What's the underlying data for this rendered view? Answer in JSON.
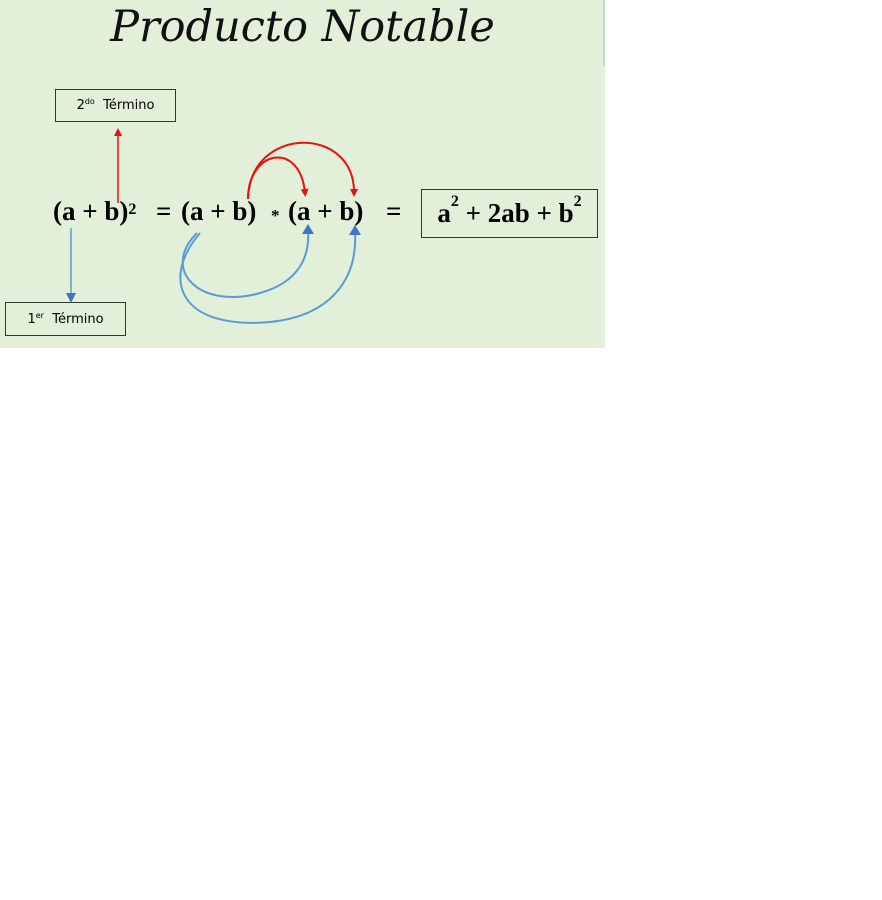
{
  "title": "Producto Notable",
  "labels": {
    "second_term": {
      "number": "2",
      "suffix": "do",
      "word": "Término"
    },
    "first_term": {
      "number": "1",
      "suffix": "er",
      "word": "Término"
    }
  },
  "equation": {
    "lhs_base": "(a + b)",
    "lhs_exponent": "2",
    "equals_1": "=",
    "factor_1": "(a + b)",
    "times": "*",
    "factor_2": "(a + b)",
    "equals_2": "=",
    "result": {
      "term1_base": "a",
      "term1_exp": "2",
      "middle": " + 2ab + ",
      "term3_base": "b",
      "term3_exp": "2"
    }
  },
  "colors": {
    "background": "#e2efd9",
    "red_arrows": "#e8120c",
    "blue_arrows": "#5b9bd5",
    "blue_arrowheads": "#4472c4"
  }
}
